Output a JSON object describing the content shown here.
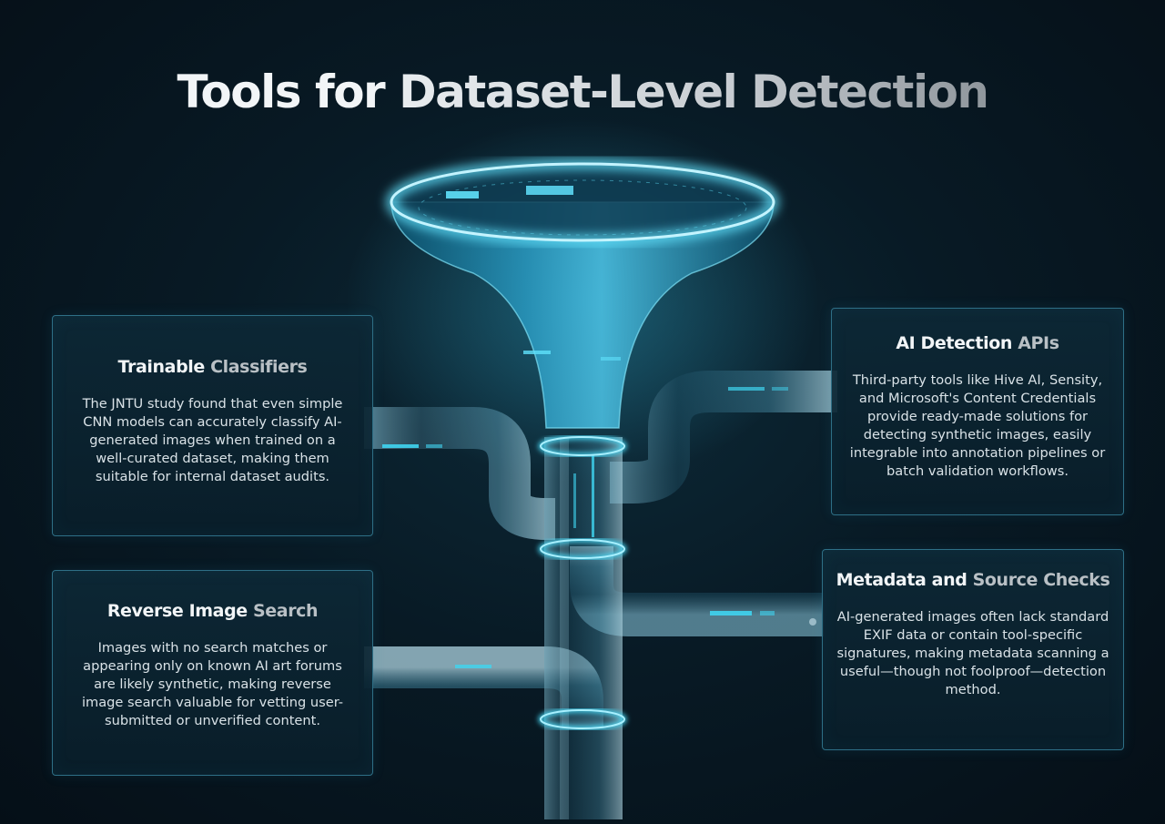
{
  "title": {
    "part1": "Tools for",
    "part2": "Dataset-Level Detection"
  },
  "colors": {
    "background": "#081a25",
    "accent": "#3fd4f0",
    "card_border": "#2e6f86",
    "pipe": "#7fb4c8"
  },
  "cards": {
    "trainable": {
      "title_a": "Trainable",
      "title_b": "Classifiers",
      "body": "The JNTU study found that even simple CNN models can accurately classify AI-generated images when trained on a well-curated dataset, making them suitable for internal dataset audits."
    },
    "reverse": {
      "title_a": "Reverse",
      "title_b": "Image",
      "title_c": "Search",
      "body": "Images with no search matches or appearing only on known AI art forums are likely synthetic, making reverse image search valuable for vetting user-submitted or unverified content."
    },
    "ai_detection": {
      "title_a": "AI Detection",
      "title_b": "APIs",
      "body": "Third-party tools like Hive AI, Sensity, and Microsoft's Content Credentials provide ready-made solutions for detecting synthetic images, easily integrable into annotation pipelines or batch validation workflows."
    },
    "metadata": {
      "title_a": "Metadata and",
      "title_b": "Source Checks",
      "body": "AI-generated images often lack standard EXIF data or contain tool-specific signatures, making metadata scanning a useful—though not foolproof—detection method."
    }
  }
}
